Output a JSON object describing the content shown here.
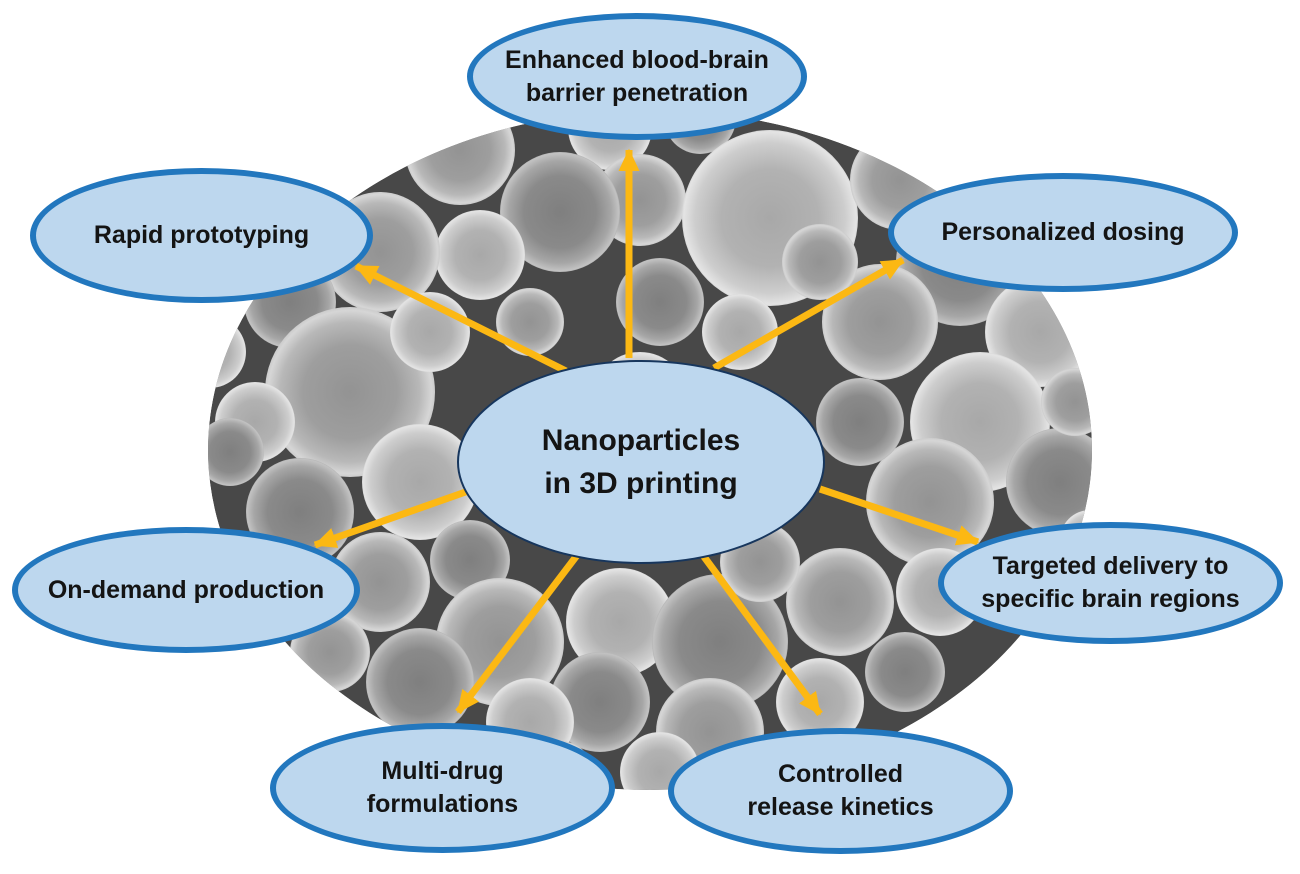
{
  "figure": {
    "title": "Nanoparticles in 3D printing concept map",
    "background_image": "sem-microsphere-nanoparticles-photo",
    "center_node": {
      "label": "Nanoparticles in 3D printing"
    },
    "nodes": [
      {
        "label": "Enhanced blood-brain barrier penetration",
        "position": "top"
      },
      {
        "label": "Rapid prototyping",
        "position": "upper-left"
      },
      {
        "label": "Personalized dosing",
        "position": "upper-right"
      },
      {
        "label": "On-demand production",
        "position": "left"
      },
      {
        "label": "Targeted delivery to specific brain regions",
        "position": "right"
      },
      {
        "label": "Multi-drug formulations",
        "position": "bottom-left"
      },
      {
        "label": "Controlled release kinetics",
        "position": "bottom-right"
      }
    ],
    "colors": {
      "node_fill": "#BDD7EE",
      "node_border": "#2277BE",
      "center_node_border": "#17365D",
      "arrow": "#FCB813",
      "text": "#141414",
      "canvas": "#FFFFFF",
      "sem_background": "#484848"
    }
  }
}
